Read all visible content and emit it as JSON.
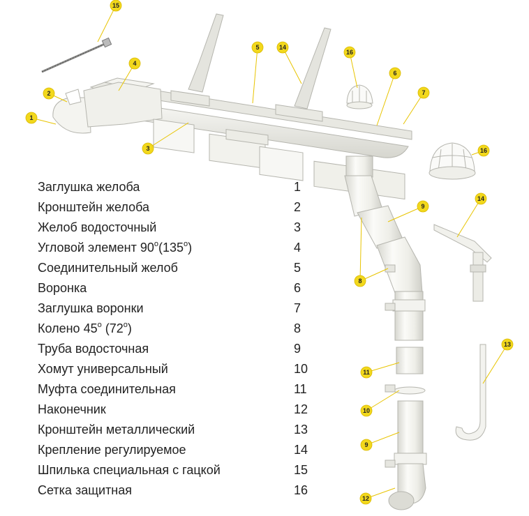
{
  "legend": [
    {
      "name": "Заглушка желоба",
      "num": "1"
    },
    {
      "name": "Кронштейн желоба",
      "num": "2"
    },
    {
      "name": "Желоб водосточный",
      "num": "3"
    },
    {
      "name_parts": [
        "Угловой элемент 90",
        "о",
        "(135",
        "о",
        ")"
      ],
      "num": "4"
    },
    {
      "name": "Соединительный желоб",
      "num": "5"
    },
    {
      "name": "Воронка",
      "num": "6"
    },
    {
      "name": "Заглушка воронки",
      "num": "7"
    },
    {
      "name_parts": [
        "Колено 45",
        "о",
        " (72",
        "о",
        ")"
      ],
      "num": "8"
    },
    {
      "name": "Труба водосточная",
      "num": "9"
    },
    {
      "name": "Хомут универсальный",
      "num": "10"
    },
    {
      "name": "Муфта соединительная",
      "num": "11"
    },
    {
      "name": "Наконечник",
      "num": "12"
    },
    {
      "name": "Кронштейн металлический",
      "num": "13"
    },
    {
      "name": "Крепление регулируемое",
      "num": "14"
    },
    {
      "name": "Шпилька специальная с гацкой",
      "num": "15"
    },
    {
      "name": "Сетка защитная",
      "num": "16"
    }
  ],
  "callouts": [
    "15",
    "4",
    "2",
    "1",
    "3",
    "5",
    "14",
    "16",
    "6",
    "7",
    "16",
    "14",
    "9",
    "8",
    "13",
    "11",
    "10",
    "9",
    "12"
  ],
  "colors": {
    "callout_fill": "#f2d81c",
    "callout_line": "#e8c400",
    "part_fill": "#f1f1ec",
    "part_stroke": "#b9b9b2"
  }
}
